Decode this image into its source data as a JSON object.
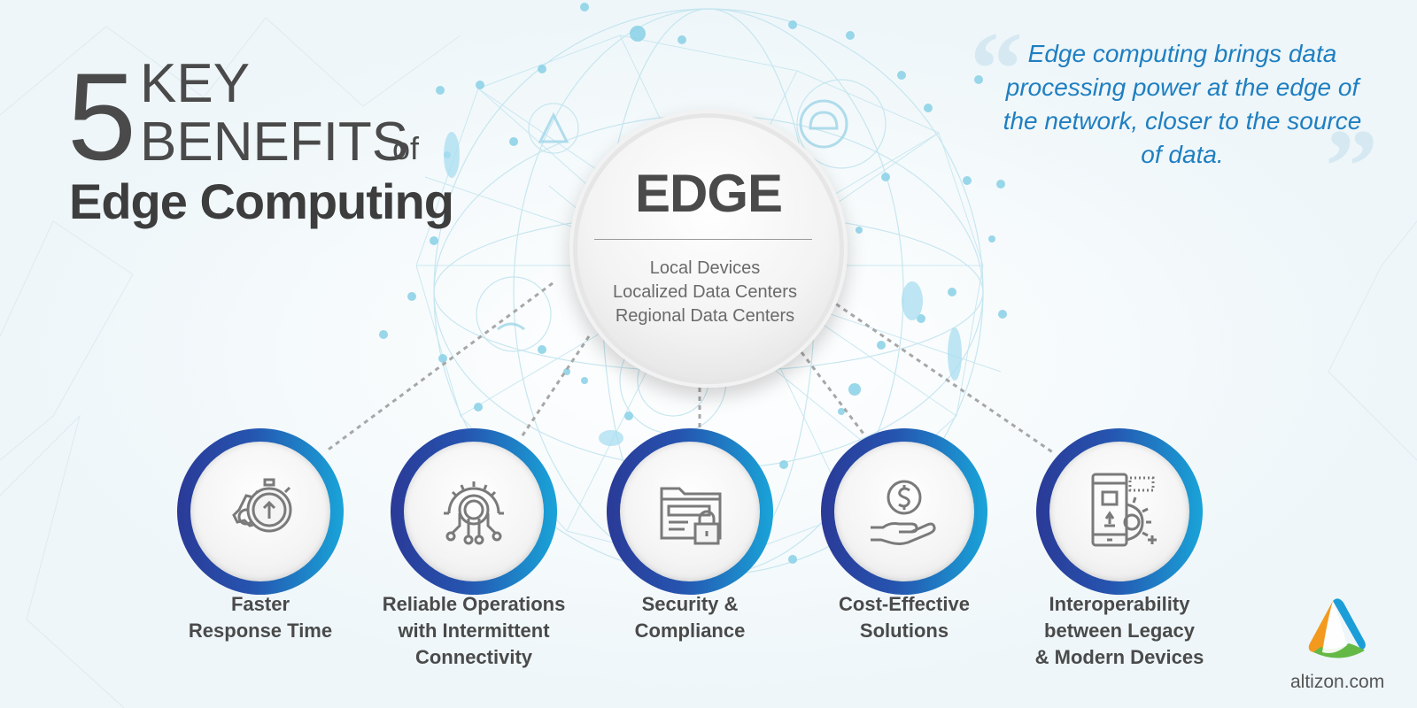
{
  "title": {
    "number": "5",
    "line1": "KEY",
    "line2": "BENEFITS",
    "of": "of",
    "line3": "Edge Computing"
  },
  "quote": {
    "text": "Edge computing brings data processing power at the edge of the network, closer to the source of data."
  },
  "edge": {
    "title": "EDGE",
    "items": [
      "Local Devices",
      "Localized Data Centers",
      "Regional Data Centers"
    ]
  },
  "benefits": [
    {
      "icon": "stopwatch-gear-icon",
      "line1": "Faster",
      "line2": "Response Time",
      "line3": ""
    },
    {
      "icon": "gear-circuit-icon",
      "line1": "Reliable Operations",
      "line2": "with Intermittent",
      "line3": "Connectivity"
    },
    {
      "icon": "folder-lock-icon",
      "line1": "Security &",
      "line2": "Compliance",
      "line3": ""
    },
    {
      "icon": "hand-coin-icon",
      "line1": "Cost-Effective",
      "line2": "Solutions",
      "line3": ""
    },
    {
      "icon": "mobile-device-gear-icon",
      "line1": "Interoperability",
      "line2": "between Legacy",
      "line3": "& Modern Devices"
    }
  ],
  "logo": {
    "text": "altizon.com"
  },
  "colors": {
    "ring_start": "#2a3a97",
    "ring_end": "#19a4d8",
    "quote": "#1f7fc1",
    "text_dark": "#4a4a4a"
  }
}
